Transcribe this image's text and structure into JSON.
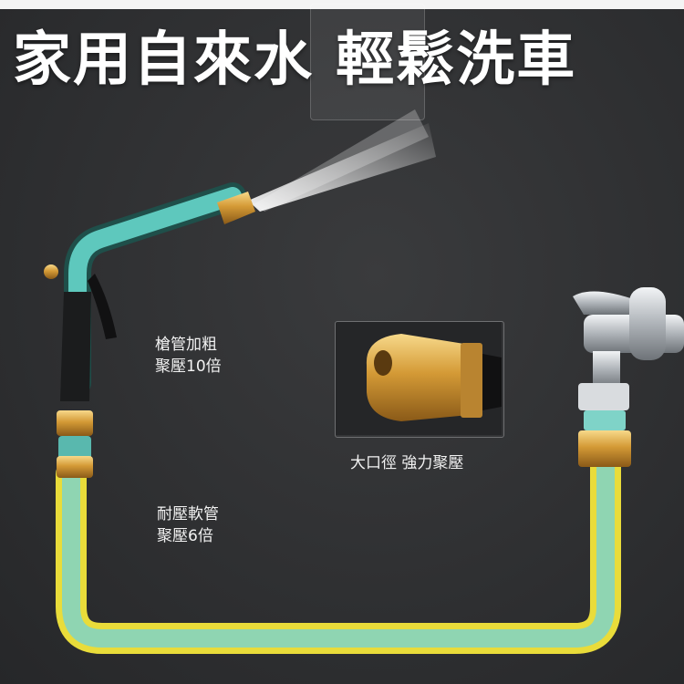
{
  "headline": "家用自來水 輕鬆洗車",
  "callouts": {
    "gun": {
      "line1": "槍管加粗",
      "line2": "聚壓10倍"
    },
    "hose": {
      "line1": "耐壓軟管",
      "line2": "聚壓6倍"
    },
    "nozzle": "大口徑 強力聚壓"
  },
  "colors": {
    "background": "#2e2f31",
    "hose_teal": "#6fd1c9",
    "hose_yellow": "#f2e03a",
    "brass": "#d8a64a",
    "chrome": "#c9cdd1"
  }
}
